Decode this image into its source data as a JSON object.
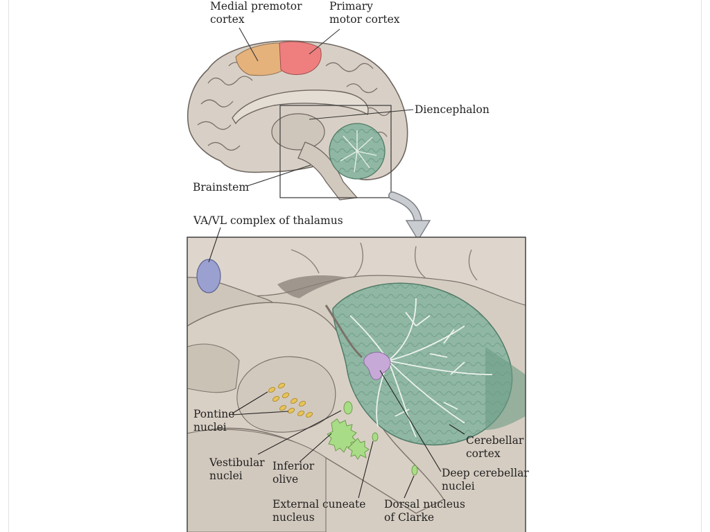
{
  "overview": {
    "labels": {
      "medial_premotor": "Medial premotor\ncortex",
      "primary_motor": "Primary\nmotor cortex",
      "diencephalon": "Diencephalon",
      "brainstem": "Brainstem"
    }
  },
  "detail": {
    "labels": {
      "vavl": "VA/VL complex of thalamus",
      "pontine": "Pontine\nnuclei",
      "vestibular": "Vestibular\nnuclei",
      "inferior_olive": "Inferior\nolive",
      "external_cuneate": "External cuneate\nnucleus",
      "dorsal_clarke": "Dorsal nucleus\nof Clarke",
      "deep_cerebellar": "Deep cerebellar\nnuclei",
      "cerebellar_cortex": "Cerebellar\ncortex"
    }
  },
  "colors": {
    "brain": "#d8d0c6",
    "brain_stroke": "#6e6660",
    "premotor": "#e5b27c",
    "motor": "#ef7f7f",
    "cerebellum": "#8fb7a3",
    "cerebellum_dark": "#6d9c86",
    "thalamus_vavl": "#9aa0cf",
    "deep_nuclei": "#c7a9d8",
    "pontine": "#e7c35a",
    "inputs_green": "#a9dc86",
    "arrow_fill": "#c9ccd0"
  }
}
